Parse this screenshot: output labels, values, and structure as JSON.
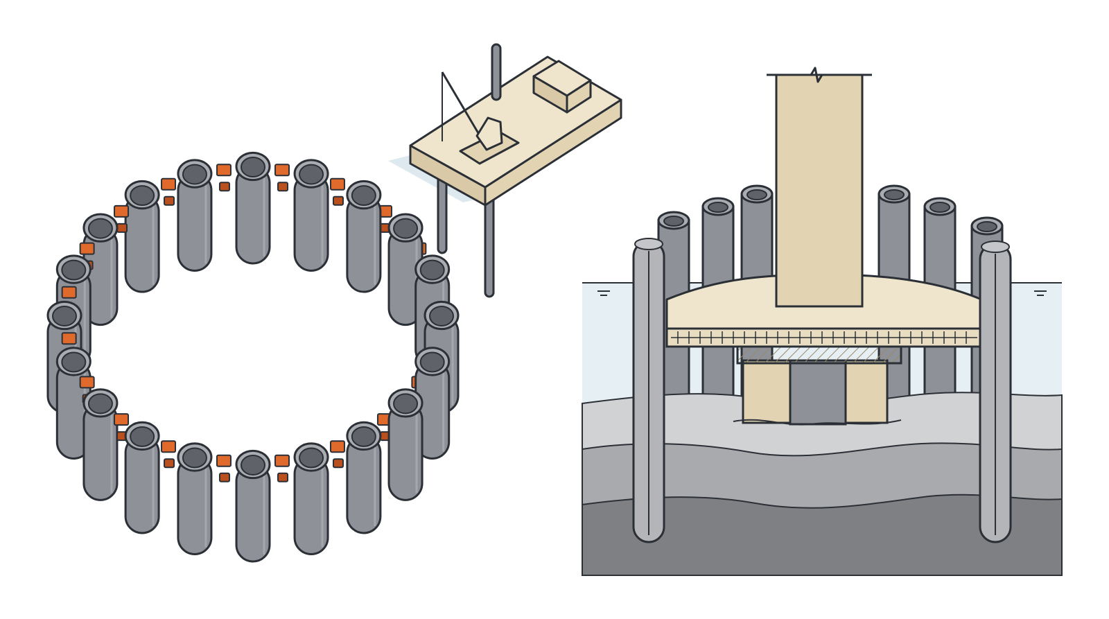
{
  "colors": {
    "background": "#ffffff",
    "outline": "#2b2f36",
    "pile_fill": "#8e9197",
    "pile_top": "#5f6369",
    "pile_rim": "#a9acb1",
    "interlock": "#e06a2c",
    "interlock_dark": "#b9501e",
    "concrete": "#e8dcc1",
    "concrete_dark": "#d9c9a6",
    "water": "#dde9ef",
    "sediment_light": "#cfd0d2",
    "sediment_mid": "#a3a5a8",
    "sediment_dark": "#7b7d80",
    "pile_cap_hatch": "#9a8a68"
  },
  "icons": {
    "cofferdam": "sheet-pile-ring-icon",
    "barge": "crane-barge-icon",
    "section": "pier-cross-section-icon",
    "water_marker": "water-level-icon",
    "break_marker": "break-line-icon"
  },
  "diagram": {
    "ring_pile_count": 20,
    "section_piles_front": 2,
    "section_piles_back": 6
  }
}
